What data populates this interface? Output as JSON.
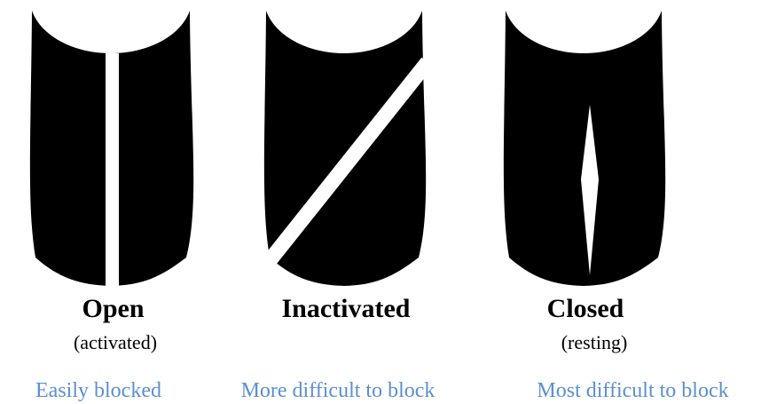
{
  "colors": {
    "shape": "#000000",
    "slit": "#ffffff",
    "note": "#5b8fd0"
  },
  "states": [
    {
      "title": "Open",
      "subtitle": "(activated)",
      "note": "Easily blocked",
      "slit_icon": "vertical-line"
    },
    {
      "title": "Inactivated",
      "subtitle": "",
      "note": "More difficult to block",
      "slit_icon": "diagonal-line"
    },
    {
      "title": "Closed",
      "subtitle": "(resting)",
      "note": "Most difficult to block",
      "slit_icon": "diamond-slit"
    }
  ]
}
